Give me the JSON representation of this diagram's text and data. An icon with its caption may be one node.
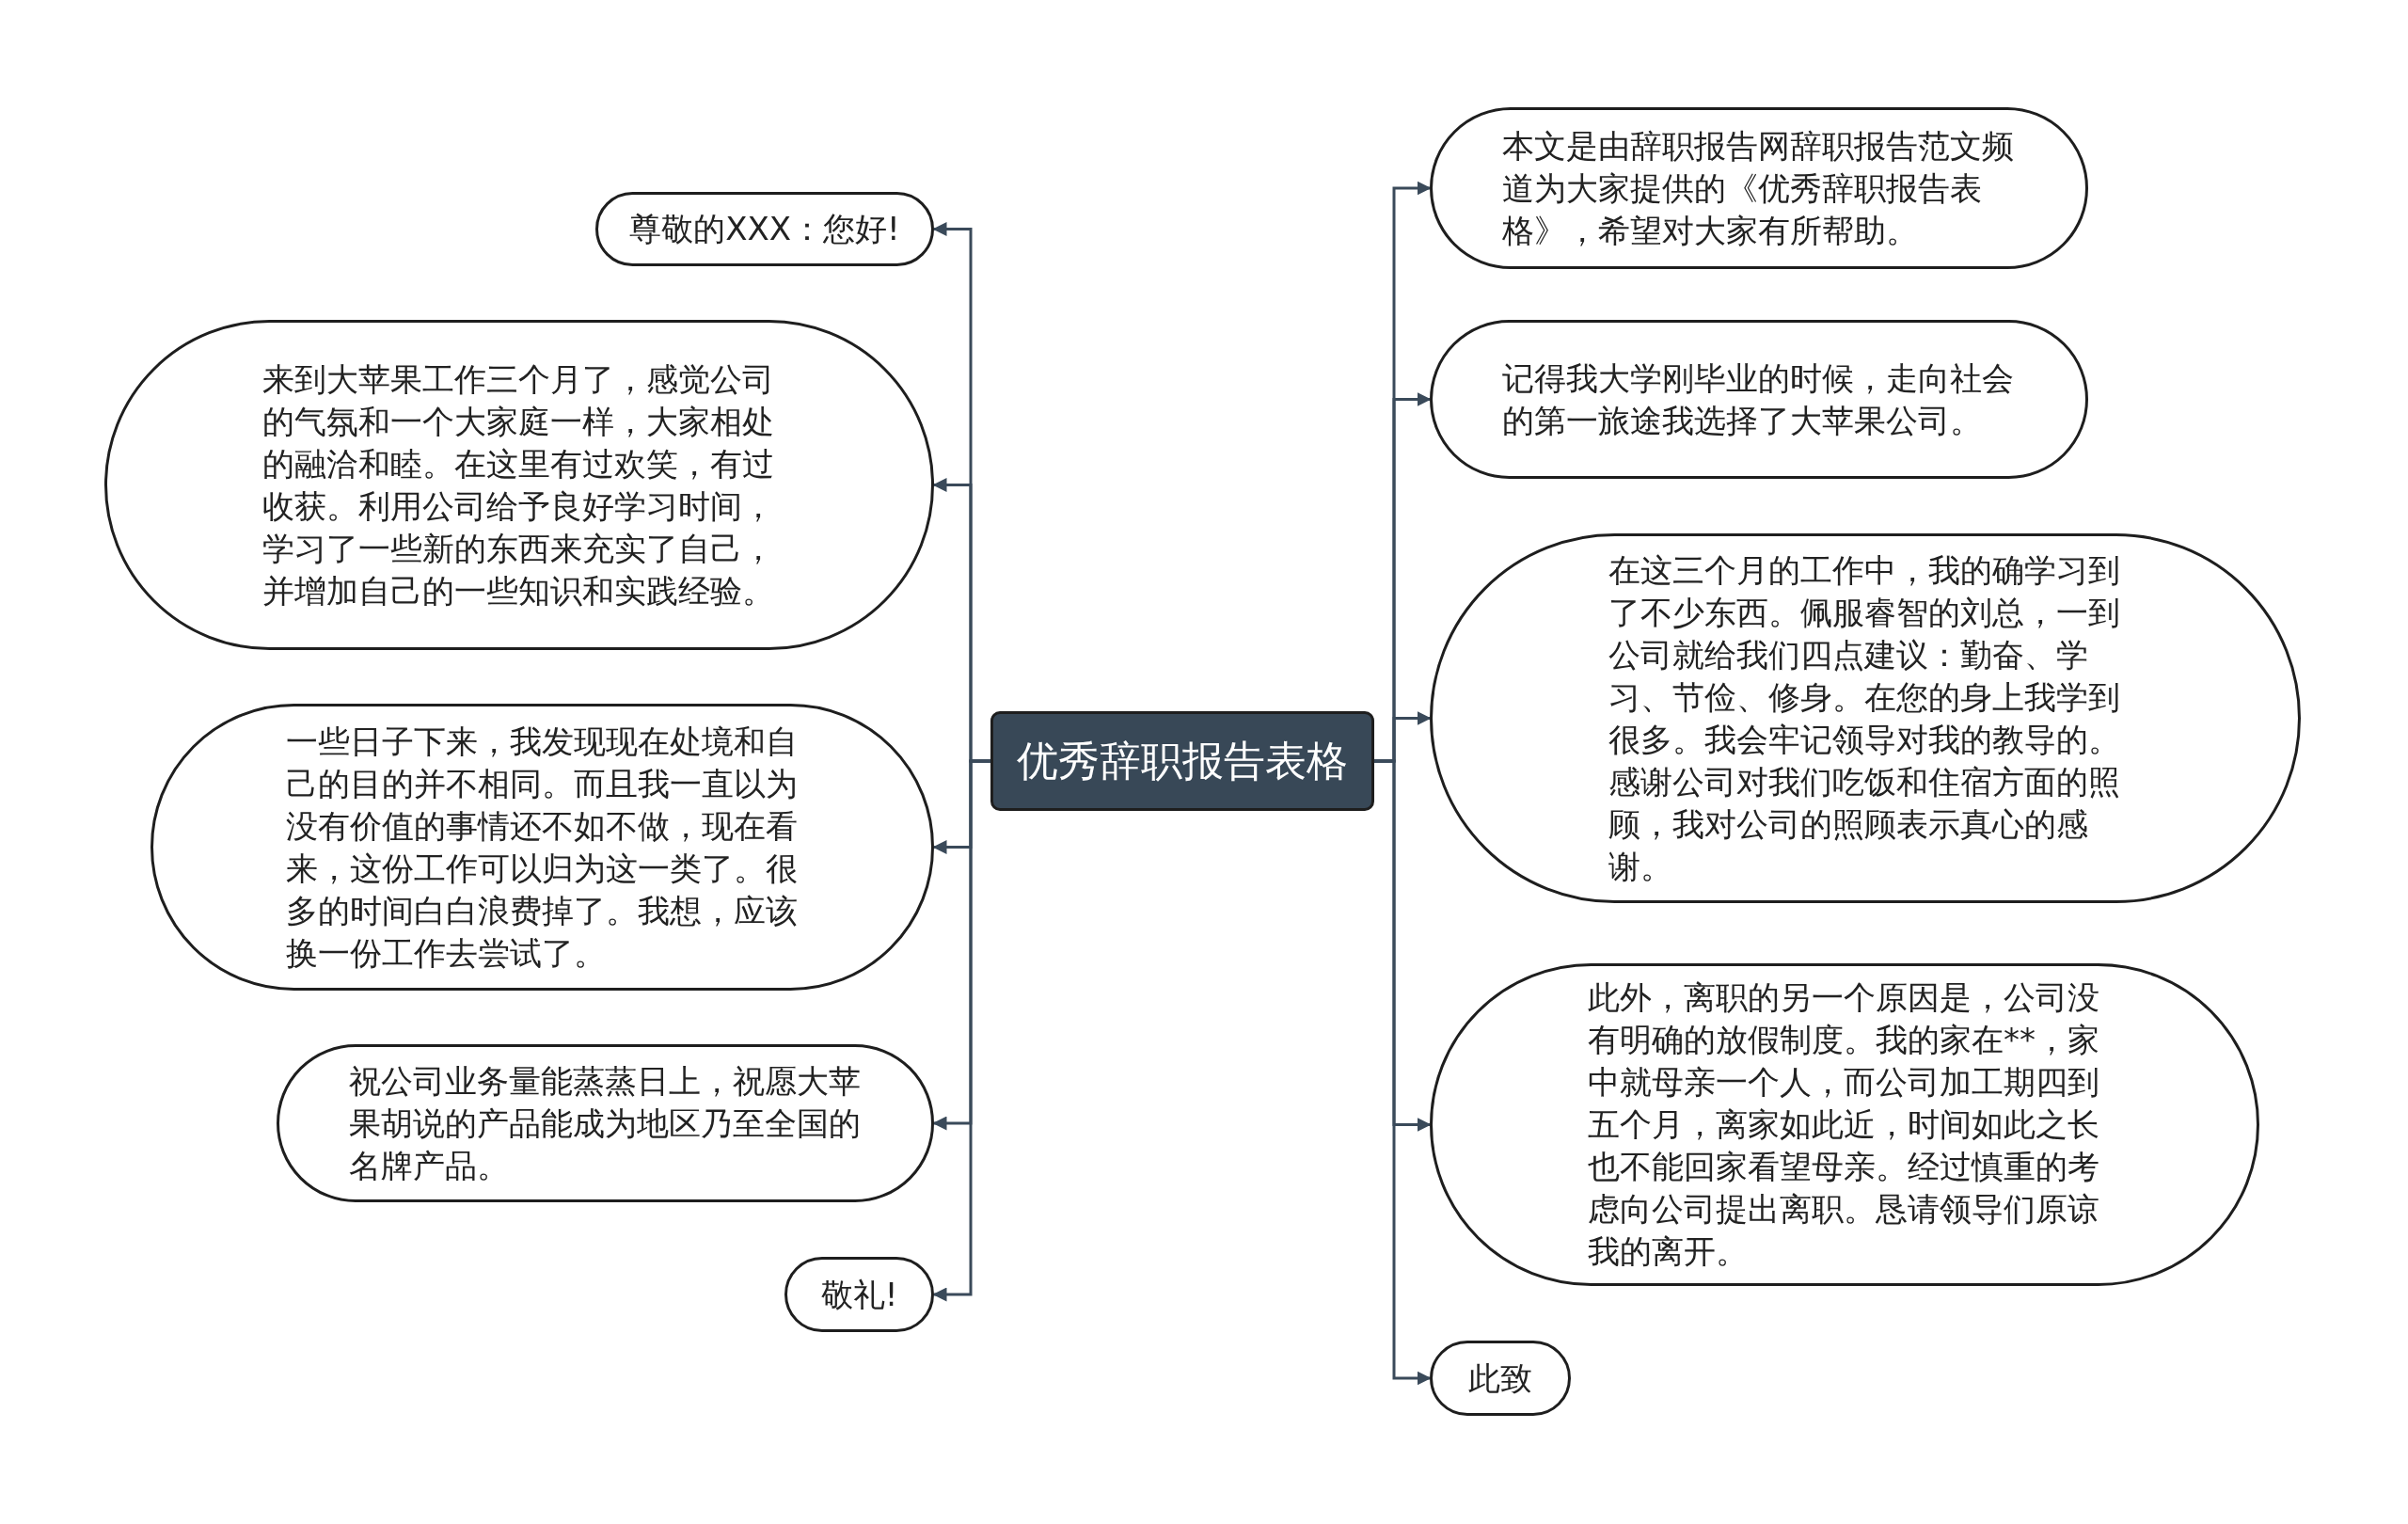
{
  "diagram": {
    "nodes": [
      {
        "text": [
          "优秀辞职报告表格"
        ]
      },
      {
        "text": [
          "尊敬的XXX：您好!"
        ]
      },
      {
        "text": [
          "来到大苹果工作三个月了，感觉公司的气氛和一个大家庭一样，大家相处的融洽和睦。在这里有过欢笑，有过收获。利用公司给予良好学习时间，学习了一些新的东西来充实了自己，并增加自己的一些知识和实践经验。"
        ]
      },
      {
        "text": [
          "一些日子下来，我发现现在处境和自己的目的并不相同。而且我一直以为没有价值的事情还不如不做，现在看来，这份工作可以归为这一类了。很多的时间白白浪费掉了。我想，应该换一份工作去尝试了。"
        ]
      },
      {
        "text": [
          "祝公司业务量能蒸蒸日上，祝愿大苹果胡说的产品能成为地区乃至全国的名牌产品。"
        ]
      },
      {
        "text": [
          "敬礼!"
        ]
      },
      {
        "text": [
          "本文是由辞职报告网辞职报告范文频道为大家提供的《优秀辞职报告表格》，希望对大家有所帮助。"
        ]
      },
      {
        "text": [
          "记得我大学刚毕业的时候，走向社会的第一旅途我选择了大苹果公司。"
        ]
      },
      {
        "text": [
          "在这三个月的工作中，我的确学习到了不少东西。佩服睿智的刘总，一到公司就给我们四点建议：勤奋、学习、节俭、修身。在您的身上我学到很多。我会牢记领导对我的教导的。感谢公司对我们吃饭和住宿方面的照顾，我对公司的照顾表示真心的感谢。"
        ]
      },
      {
        "text": [
          "此外，离职的另一个原因是，公司没有明确的放假制度。我的家在**，家中就母亲一个人，而公司加工期四到五个月，离家如此近，时间如此之长也不能回家看望母亲。经过慎重的考虑向公司提出离职。恳请领导们原谅我的离开。"
        ]
      },
      {
        "text": [
          "此致"
        ]
      }
    ],
    "edges": [
      {
        "from": 0,
        "to": 1,
        "arrow": "to"
      },
      {
        "from": 0,
        "to": 2,
        "arrow": "to"
      },
      {
        "from": 0,
        "to": 3,
        "arrow": "to"
      },
      {
        "from": 0,
        "to": 4,
        "arrow": "to"
      },
      {
        "from": 0,
        "to": 5,
        "arrow": "to"
      },
      {
        "from": 0,
        "to": 6,
        "arrow": "to"
      },
      {
        "from": 0,
        "to": 7,
        "arrow": "to"
      },
      {
        "from": 0,
        "to": 8,
        "arrow": "to"
      },
      {
        "from": 0,
        "to": 9,
        "arrow": "to"
      },
      {
        "from": 0,
        "to": 10,
        "arrow": "to"
      }
    ]
  }
}
